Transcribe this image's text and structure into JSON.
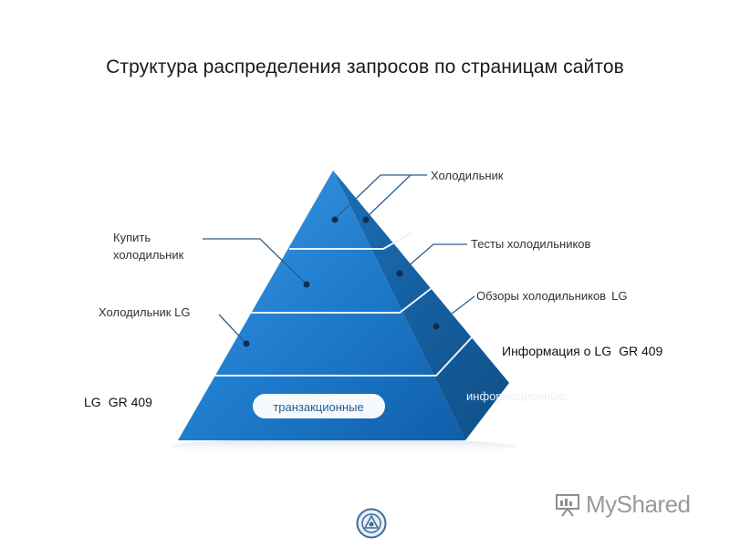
{
  "title": "Структура распределения запросов по страницам сайтов",
  "pyramid": {
    "tiers": [
      {
        "name": "top"
      },
      {
        "name": "second"
      },
      {
        "name": "third"
      },
      {
        "name": "base"
      }
    ],
    "base_label": "транзакционные",
    "side_label": "информационные",
    "colors": {
      "front": "#1f7fd0",
      "side": "#155f9e",
      "divider": "#e8f3fd"
    }
  },
  "left_labels": {
    "buy_line1": "Купить",
    "buy_line2": "холодильник",
    "fridge_lg": "Холодильник LG",
    "lg_model_prefix": "LG",
    "lg_model": "GR 409"
  },
  "right_labels": {
    "fridge": "Холодильник",
    "tests": "Тесты холодильников",
    "reviews": "Обзоры холодильников",
    "reviews_suffix": "LG",
    "info_prefix": "Информация о",
    "info_lg": "LG",
    "info_model": "GR 409"
  },
  "watermark": {
    "text": "MyShared",
    "icon": "presentation-board-icon"
  },
  "footer_logo": {
    "icon": "circular-emblem-icon"
  }
}
